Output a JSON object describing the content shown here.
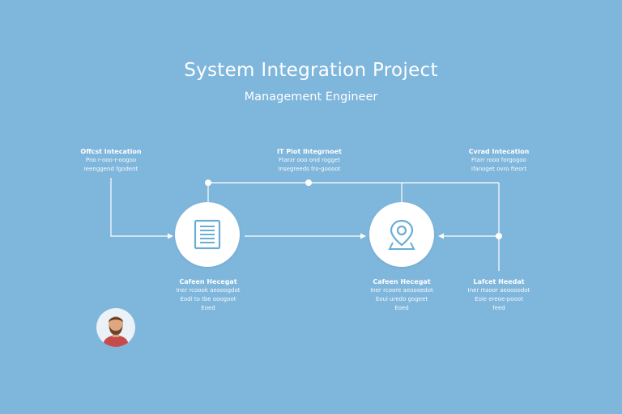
{
  "header": {
    "title": "System Integration Project",
    "subtitle": "Management Engineer"
  },
  "diagram": {
    "top_labels": [
      {
        "head": "Offcst Intecation",
        "lines": [
          "Pno r-ooo-r-oogoo",
          "Ieenggend fgodent"
        ]
      },
      {
        "head": "IT Piot Ihtegrnoet",
        "lines": [
          "Ftarzr ooo ond rogget",
          "Insegreeds fro-goooot"
        ]
      },
      {
        "head": "Cvrad Intecation",
        "lines": [
          "Ftarr rooo forgogoo",
          "Ifanoget ovro fteort"
        ]
      }
    ],
    "bottom_labels": [
      {
        "head": "Cafeen Hecegat",
        "lines": [
          "Iner rcoook aeooogdot",
          "Eodi to tbe ooogoot",
          "Eoed"
        ]
      },
      {
        "head": "Cafeen Hecegat",
        "lines": [
          "Iner rcoore aeoooedot",
          "Eoui uredo gogeet",
          "Eoed"
        ]
      },
      {
        "head": "Lafcet Heedat",
        "lines": [
          "Iner rtaoor aeoooodot",
          "Eoie ereoe-pooot",
          "feed"
        ]
      }
    ],
    "nodes": [
      {
        "icon": "document-icon"
      },
      {
        "icon": "location-pin-icon"
      }
    ]
  },
  "colors": {
    "background": "#7fb6dc",
    "line": "#ffffff",
    "icon": "#6aaed6"
  }
}
